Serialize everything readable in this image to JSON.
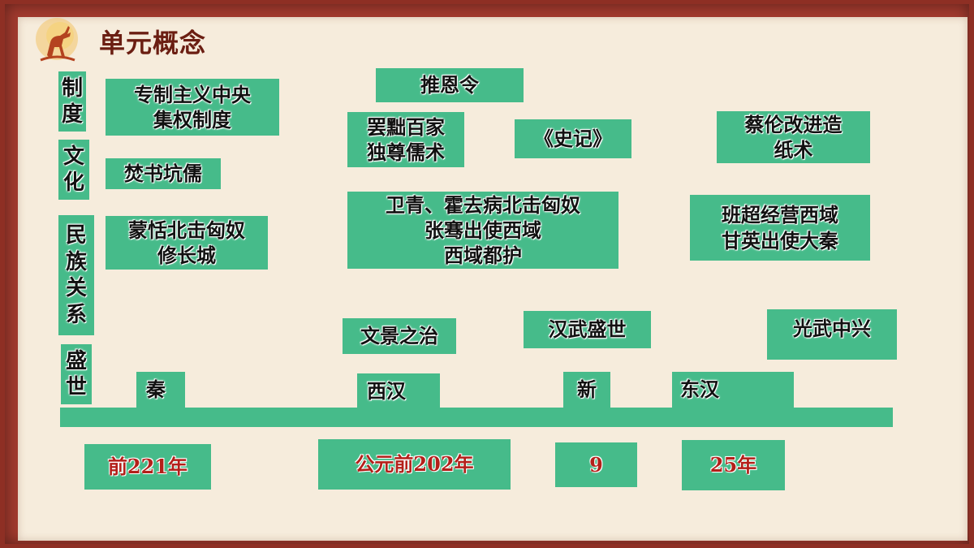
{
  "title": "单元概念",
  "colors": {
    "box": "#46bb8a",
    "accent_red": "#b3201a",
    "frame": "#a23a2e",
    "paper": "#f6ecdc"
  },
  "row_labels": {
    "system": "制\n度",
    "culture": "文\n化",
    "ethnic": "民\n族\n关\n系",
    "prosperity": "盛\n世"
  },
  "events": {
    "centralized": "专制主义中央\n集权制度",
    "tuienling": "推恩令",
    "confucian": "罢黜百家\n独尊儒术",
    "shiji": "《史记》",
    "cailun": "蔡伦改进造\n纸术",
    "burning": "焚书坑儒",
    "mengtian": "蒙恬北击匈奴\n修长城",
    "weiqing": "卫青、霍去病北击匈奴\n张骞出使西域\n西域都护",
    "banchao": "班超经营西域\n甘英出使大秦",
    "wenjing": "文景之治",
    "hanwu": "汉武盛世",
    "guangwu": "光武中兴"
  },
  "dynasties": {
    "qin": "秦",
    "western_han": "西汉",
    "xin": "新",
    "eastern_han": "东汉"
  },
  "dates": {
    "qin": "前221年",
    "western_han": "公元前202年",
    "xin": "9",
    "eastern_han": "25年"
  }
}
